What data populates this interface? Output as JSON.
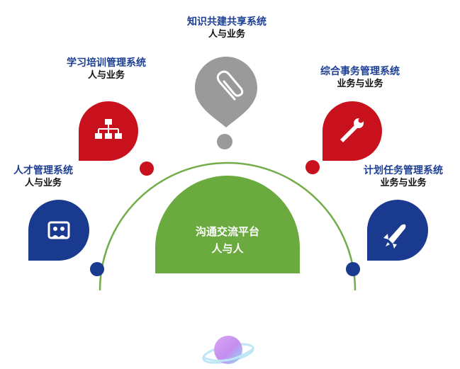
{
  "colors": {
    "blue": "#1a3a8f",
    "red": "#c8111c",
    "gray": "#9a9a9a",
    "green": "#6aaa3e",
    "arc": "#72ad4a",
    "title_blue": "#1c3f94"
  },
  "systems": [
    {
      "id": "talent",
      "title": "人才管理系统",
      "subtitle": "人与业务",
      "color": "blue",
      "icon": "people-board-icon"
    },
    {
      "id": "training",
      "title": "学习培训管理系统",
      "subtitle": "人与业务",
      "color": "red",
      "icon": "hierarchy-icon"
    },
    {
      "id": "knowledge",
      "title": "知识共建共享系统",
      "subtitle": "人与业务",
      "color": "gray",
      "icon": "paperclip-icon"
    },
    {
      "id": "affairs",
      "title": "综合事务管理系统",
      "subtitle": "业务与业务",
      "color": "red",
      "icon": "wrench-icon"
    },
    {
      "id": "tasks",
      "title": "计划任务管理系统",
      "subtitle": "业务与业务",
      "color": "blue",
      "icon": "rocket-icon"
    }
  ],
  "center": {
    "title": "沟通交流平台",
    "subtitle": "人与人"
  },
  "planet_icon": "planet-icon"
}
